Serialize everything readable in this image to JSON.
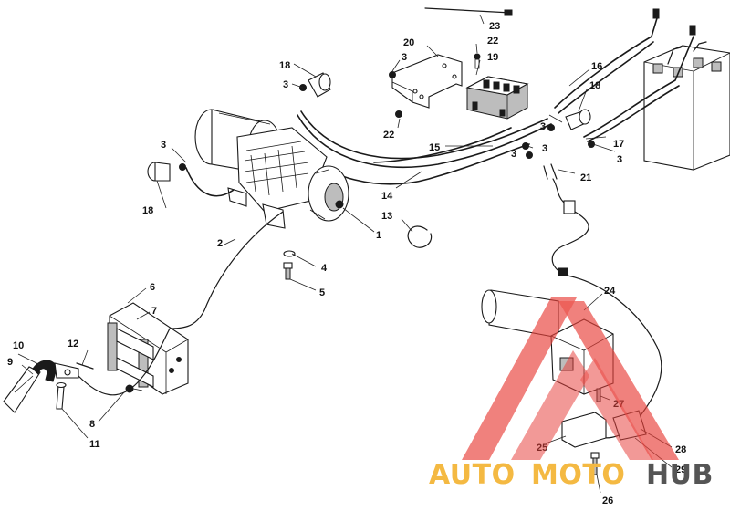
{
  "labels": {
    "l1": "1",
    "l2": "2",
    "l3a": "3",
    "l3b": "3",
    "l3c": "3",
    "l3d": "3",
    "l3e": "3",
    "l3f": "3",
    "l3g": "3",
    "l4": "4",
    "l5": "5",
    "l6": "6",
    "l7": "7",
    "l8": "8",
    "l9": "9",
    "l10": "10",
    "l11": "11",
    "l12": "12",
    "l13": "13",
    "l14": "14",
    "l15": "15",
    "l16": "16",
    "l17": "17",
    "l18a": "18",
    "l18b": "18",
    "l18c": "18",
    "l19": "19",
    "l20": "20",
    "l21": "21",
    "l22a": "22",
    "l22b": "22",
    "l23": "23",
    "l24": "24",
    "l25": "25",
    "l26": "26",
    "l27": "27",
    "l28": "28",
    "l29": "29"
  },
  "watermark": {
    "text_auto": "AUTO",
    "text_moto": "MOTO",
    "text_hub": "HUB",
    "colors": {
      "logo_red": "#e8403a",
      "text_yellow": "#f4b942",
      "text_grey": "#555555"
    }
  }
}
